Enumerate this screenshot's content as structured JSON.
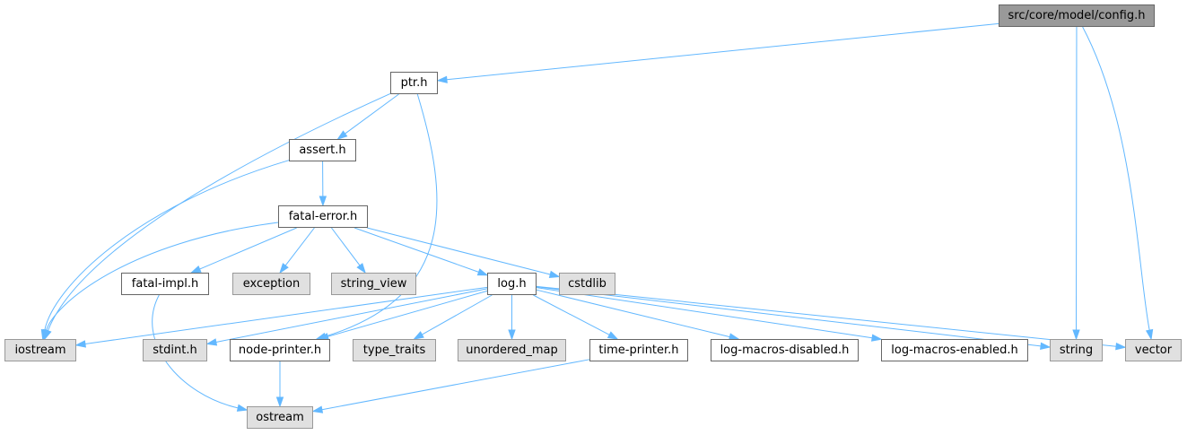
{
  "graph": {
    "edge_color": "#63b8ff",
    "node_fill_header": "#ffffff",
    "node_fill_system": "#e0e0e0",
    "node_fill_root": "#999999",
    "nodes": [
      {
        "id": "config",
        "label": "src/core/model/config.h",
        "kind": "root"
      },
      {
        "id": "ptr",
        "label": "ptr.h",
        "kind": "header"
      },
      {
        "id": "assert",
        "label": "assert.h",
        "kind": "header"
      },
      {
        "id": "fatal_error",
        "label": "fatal-error.h",
        "kind": "header"
      },
      {
        "id": "fatal_impl",
        "label": "fatal-impl.h",
        "kind": "header"
      },
      {
        "id": "exception",
        "label": "exception",
        "kind": "system"
      },
      {
        "id": "string_view",
        "label": "string_view",
        "kind": "system"
      },
      {
        "id": "log",
        "label": "log.h",
        "kind": "header"
      },
      {
        "id": "cstdlib",
        "label": "cstdlib",
        "kind": "system"
      },
      {
        "id": "iostream",
        "label": "iostream",
        "kind": "system"
      },
      {
        "id": "stdint",
        "label": "stdint.h",
        "kind": "system"
      },
      {
        "id": "node_printer",
        "label": "node-printer.h",
        "kind": "header"
      },
      {
        "id": "type_traits",
        "label": "type_traits",
        "kind": "system"
      },
      {
        "id": "unordered_map",
        "label": "unordered_map",
        "kind": "system"
      },
      {
        "id": "time_printer",
        "label": "time-printer.h",
        "kind": "header"
      },
      {
        "id": "log_disabled",
        "label": "log-macros-disabled.h",
        "kind": "header"
      },
      {
        "id": "log_enabled",
        "label": "log-macros-enabled.h",
        "kind": "header"
      },
      {
        "id": "string",
        "label": "string",
        "kind": "system"
      },
      {
        "id": "vector",
        "label": "vector",
        "kind": "system"
      },
      {
        "id": "ostream",
        "label": "ostream",
        "kind": "system"
      }
    ],
    "edges": [
      {
        "from": "config",
        "to": "ptr"
      },
      {
        "from": "config",
        "to": "string"
      },
      {
        "from": "config",
        "to": "vector"
      },
      {
        "from": "ptr",
        "to": "assert"
      },
      {
        "from": "ptr",
        "to": "iostream"
      },
      {
        "from": "ptr",
        "to": "node_printer"
      },
      {
        "from": "assert",
        "to": "fatal_error"
      },
      {
        "from": "assert",
        "to": "iostream"
      },
      {
        "from": "fatal_error",
        "to": "fatal_impl"
      },
      {
        "from": "fatal_error",
        "to": "exception"
      },
      {
        "from": "fatal_error",
        "to": "string_view"
      },
      {
        "from": "fatal_error",
        "to": "log"
      },
      {
        "from": "fatal_error",
        "to": "cstdlib"
      },
      {
        "from": "fatal_error",
        "to": "iostream"
      },
      {
        "from": "fatal_impl",
        "to": "ostream"
      },
      {
        "from": "log",
        "to": "iostream"
      },
      {
        "from": "log",
        "to": "stdint"
      },
      {
        "from": "log",
        "to": "node_printer"
      },
      {
        "from": "log",
        "to": "type_traits"
      },
      {
        "from": "log",
        "to": "unordered_map"
      },
      {
        "from": "log",
        "to": "time_printer"
      },
      {
        "from": "log",
        "to": "log_disabled"
      },
      {
        "from": "log",
        "to": "log_enabled"
      },
      {
        "from": "log",
        "to": "string"
      },
      {
        "from": "log",
        "to": "vector"
      },
      {
        "from": "node_printer",
        "to": "ostream"
      },
      {
        "from": "time_printer",
        "to": "ostream"
      }
    ]
  }
}
